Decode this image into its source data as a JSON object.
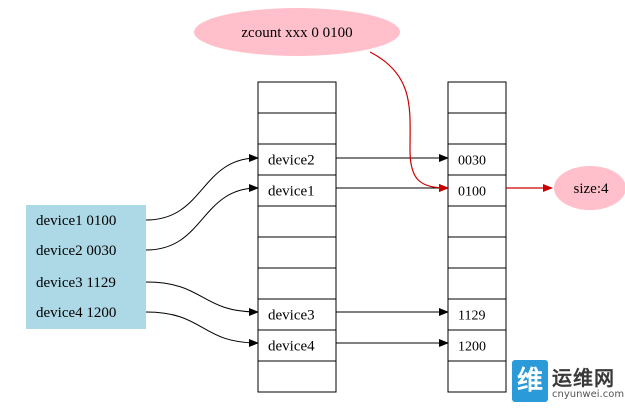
{
  "command": "zcount xxx 0 0100",
  "size_label": "size:4",
  "dict_entries": [
    "device1 0100",
    "device2 0030",
    "device3 1129",
    "device4 1200"
  ],
  "skiplist_members": [
    "",
    "",
    "device2",
    "device1",
    "",
    "",
    "",
    "device3",
    "device4",
    ""
  ],
  "skiplist_scores": [
    "",
    "",
    "0030",
    "0100",
    "",
    "",
    "",
    "1129",
    "1200",
    ""
  ],
  "colors": {
    "dict_fill": "#add8e6",
    "ellipse_fill": "#ffc0cb",
    "highlight_edge": "#cc0000"
  },
  "watermark": {
    "badge_glyph": "维",
    "text": "运维网",
    "domain": "cnyunwei.com"
  }
}
